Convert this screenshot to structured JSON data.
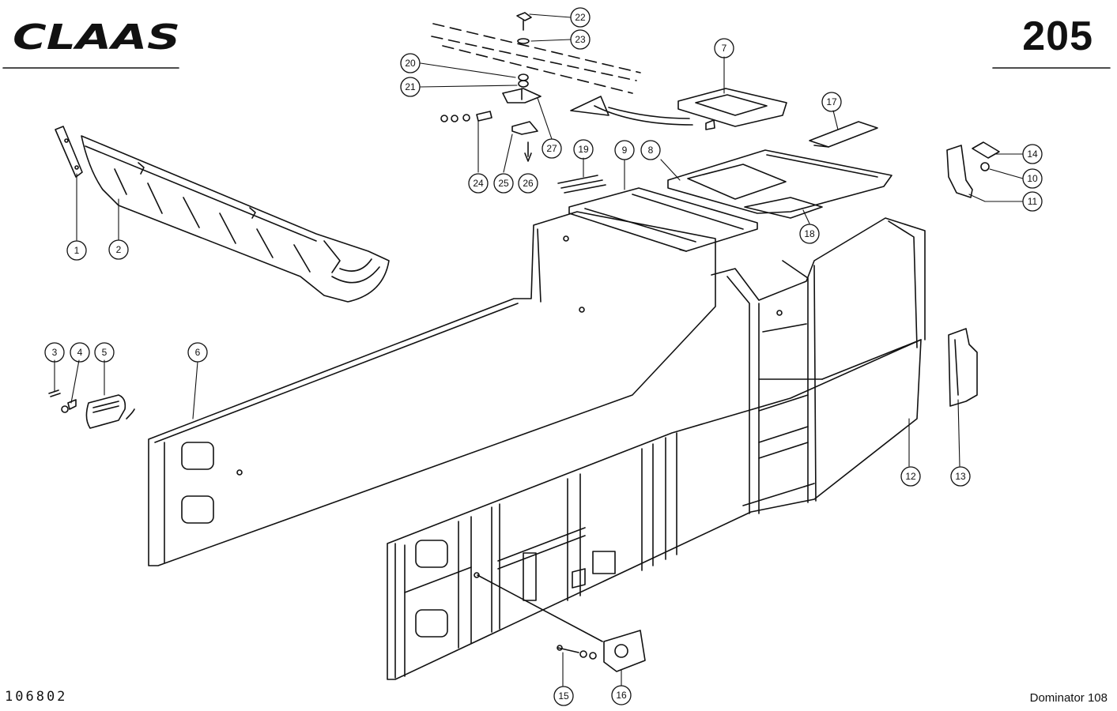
{
  "header": {
    "brand": "CLAAS",
    "page_number": "205"
  },
  "footer": {
    "doc_code": "106802",
    "model": "Dominator 108"
  },
  "callouts": [
    "1",
    "2",
    "3",
    "4",
    "5",
    "6",
    "7",
    "8",
    "9",
    "10",
    "11",
    "12",
    "13",
    "14",
    "15",
    "16",
    "17",
    "18",
    "19",
    "20",
    "21",
    "22",
    "23",
    "24",
    "25",
    "26",
    "27"
  ],
  "colors": {
    "ink": "#111111",
    "paper": "#ffffff"
  }
}
